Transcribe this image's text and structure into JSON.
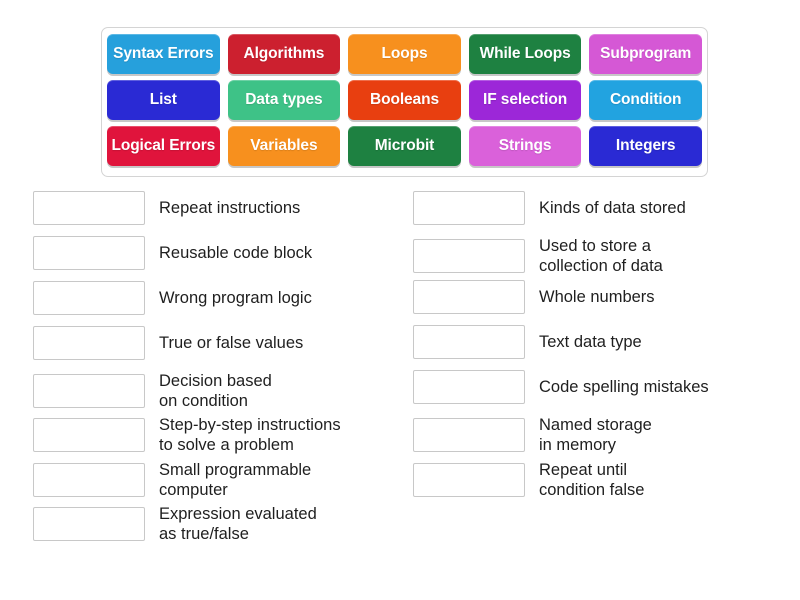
{
  "tile_bank": {
    "name": "draggable-word-tiles",
    "rows": [
      [
        {
          "label": "Syntax Errors",
          "color": "#26a0dc"
        },
        {
          "label": "Algorithms",
          "color": "#cc202f"
        },
        {
          "label": "Loops",
          "color": "#f7901e"
        },
        {
          "label": "While Loops",
          "color": "#1e8141"
        },
        {
          "label": "Subprogram",
          "color": "#d558d5"
        }
      ],
      [
        {
          "label": "List",
          "color": "#2a2ad4"
        },
        {
          "label": "Data types",
          "color": "#3ec287"
        },
        {
          "label": "Booleans",
          "color": "#e83f10"
        },
        {
          "label": "IF selection",
          "color": "#9c27d8"
        },
        {
          "label": "Condition",
          "color": "#22a3e0"
        }
      ],
      [
        {
          "label": "Logical Errors",
          "color": "#e0143c"
        },
        {
          "label": "Variables",
          "color": "#f7901e"
        },
        {
          "label": "Microbit",
          "color": "#1e8141"
        },
        {
          "label": "Strings",
          "color": "#da61da"
        },
        {
          "label": "Integers",
          "color": "#2a2ad4"
        }
      ]
    ]
  },
  "answers": {
    "left_column": [
      {
        "text": "Repeat instructions",
        "lines": 1
      },
      {
        "text": "Reusable code block",
        "lines": 1
      },
      {
        "text": "Wrong program logic",
        "lines": 1
      },
      {
        "text": "True or false values",
        "lines": 1
      },
      {
        "text": "Decision based\non condition",
        "lines": 2
      },
      {
        "text": "Step-by-step instructions\nto solve a problem",
        "lines": 2
      },
      {
        "text": "Small programmable\ncomputer",
        "lines": 2
      },
      {
        "text": "Expression evaluated\nas true/false",
        "lines": 2
      }
    ],
    "right_column": [
      {
        "text": "Kinds of data stored",
        "lines": 1
      },
      {
        "text": "Used to store a\ncollection of data",
        "lines": 2
      },
      {
        "text": "Whole numbers",
        "lines": 1
      },
      {
        "text": "Text data type",
        "lines": 1
      },
      {
        "text": "Code spelling mistakes",
        "lines": 1
      },
      {
        "text": "Named storage\nin memory",
        "lines": 2
      },
      {
        "text": "Repeat until\ncondition false",
        "lines": 2
      }
    ]
  },
  "theme": {
    "page_background": "#ffffff",
    "text_color": "#1f1f1f",
    "box_border": "#c8c8c8",
    "bank_border": "#d4d4d4",
    "tile_text_color": "#ffffff"
  }
}
